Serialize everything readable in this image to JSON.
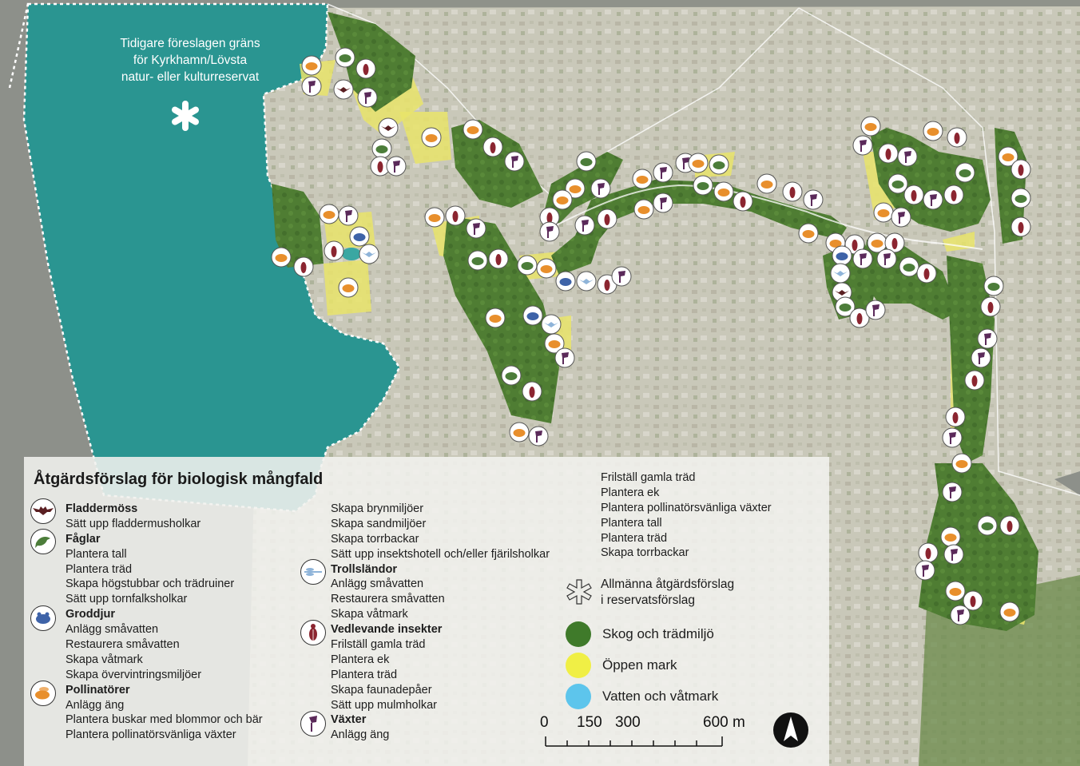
{
  "reserve_label": {
    "lines": [
      "Tidigare föreslagen gräns",
      "för Kyrkhamn/Lövsta",
      "natur- eller kulturreservat"
    ]
  },
  "legend": {
    "title": "Åtgärdsförslag för biologisk mångfald",
    "col1": [
      {
        "heading": "Fladdermöss",
        "icon": "bat-icon",
        "items": [
          "Sätt upp fladdermusholkar"
        ]
      },
      {
        "heading": "Fåglar",
        "icon": "bird-icon",
        "items": [
          "Plantera tall",
          "Plantera träd",
          "Skapa högstubbar och trädruiner",
          "Sätt upp tornfalksholkar"
        ]
      },
      {
        "heading": "Groddjur",
        "icon": "frog-icon",
        "items": [
          "Anlägg småvatten",
          "Restaurera småvatten",
          "Skapa våtmark",
          "Skapa övervintringsmiljöer"
        ]
      },
      {
        "heading": "Pollinatörer",
        "icon": "bee-icon",
        "items": [
          "Anlägg äng",
          "Plantera buskar med blommor och bär",
          "Plantera pollinatörsvänliga växter"
        ]
      }
    ],
    "col2_top": [
      "Skapa brynmiljöer",
      "Skapa sandmiljöer",
      "Skapa torrbackar",
      "Sätt upp insektshotell och/eller fjärilsholkar"
    ],
    "col2": [
      {
        "heading": "Trollsländor",
        "icon": "dragonfly-icon",
        "items": [
          "Anlägg småvatten",
          "Restaurera småvatten",
          "Skapa våtmark"
        ]
      },
      {
        "heading": "Vedlevande insekter",
        "icon": "beetle-icon",
        "items": [
          "Frilställ gamla träd",
          "Plantera ek",
          "Plantera träd",
          "Skapa faunadepåer",
          "Sätt upp mulmholkar"
        ]
      },
      {
        "heading": "Växter",
        "icon": "flower-icon",
        "items": [
          "Anlägg äng"
        ]
      }
    ],
    "col3": [
      "Frilställ gamla träd",
      "Plantera ek",
      "Plantera pollinatörsvänliga växter",
      "Plantera tall",
      "Plantera träd",
      "Skapa torrbackar"
    ],
    "general": [
      "Allmänna åtgärdsförslag",
      "i reservatsförslag"
    ],
    "swatches": [
      {
        "label": "Skog och trädmiljö",
        "color": "#3f7a2a"
      },
      {
        "label": "Öppen mark",
        "color": "#f0ef45"
      },
      {
        "label": "Vatten och våtmark",
        "color": "#5dc5ec"
      }
    ],
    "scale": {
      "labels": [
        "0",
        "150",
        "300",
        "600 m"
      ]
    }
  },
  "colors": {
    "water_reserve": "#2a9591",
    "forest": "#4f7d33",
    "open_land": "#e9e46a",
    "bat": "#5a1f22",
    "bird": "#4c7d3a",
    "frog": "#3e63a8",
    "bee": "#e88f2c",
    "dragonfly": "#8fb4d9",
    "beetle": "#8b2530",
    "flower": "#5b2a5a"
  }
}
